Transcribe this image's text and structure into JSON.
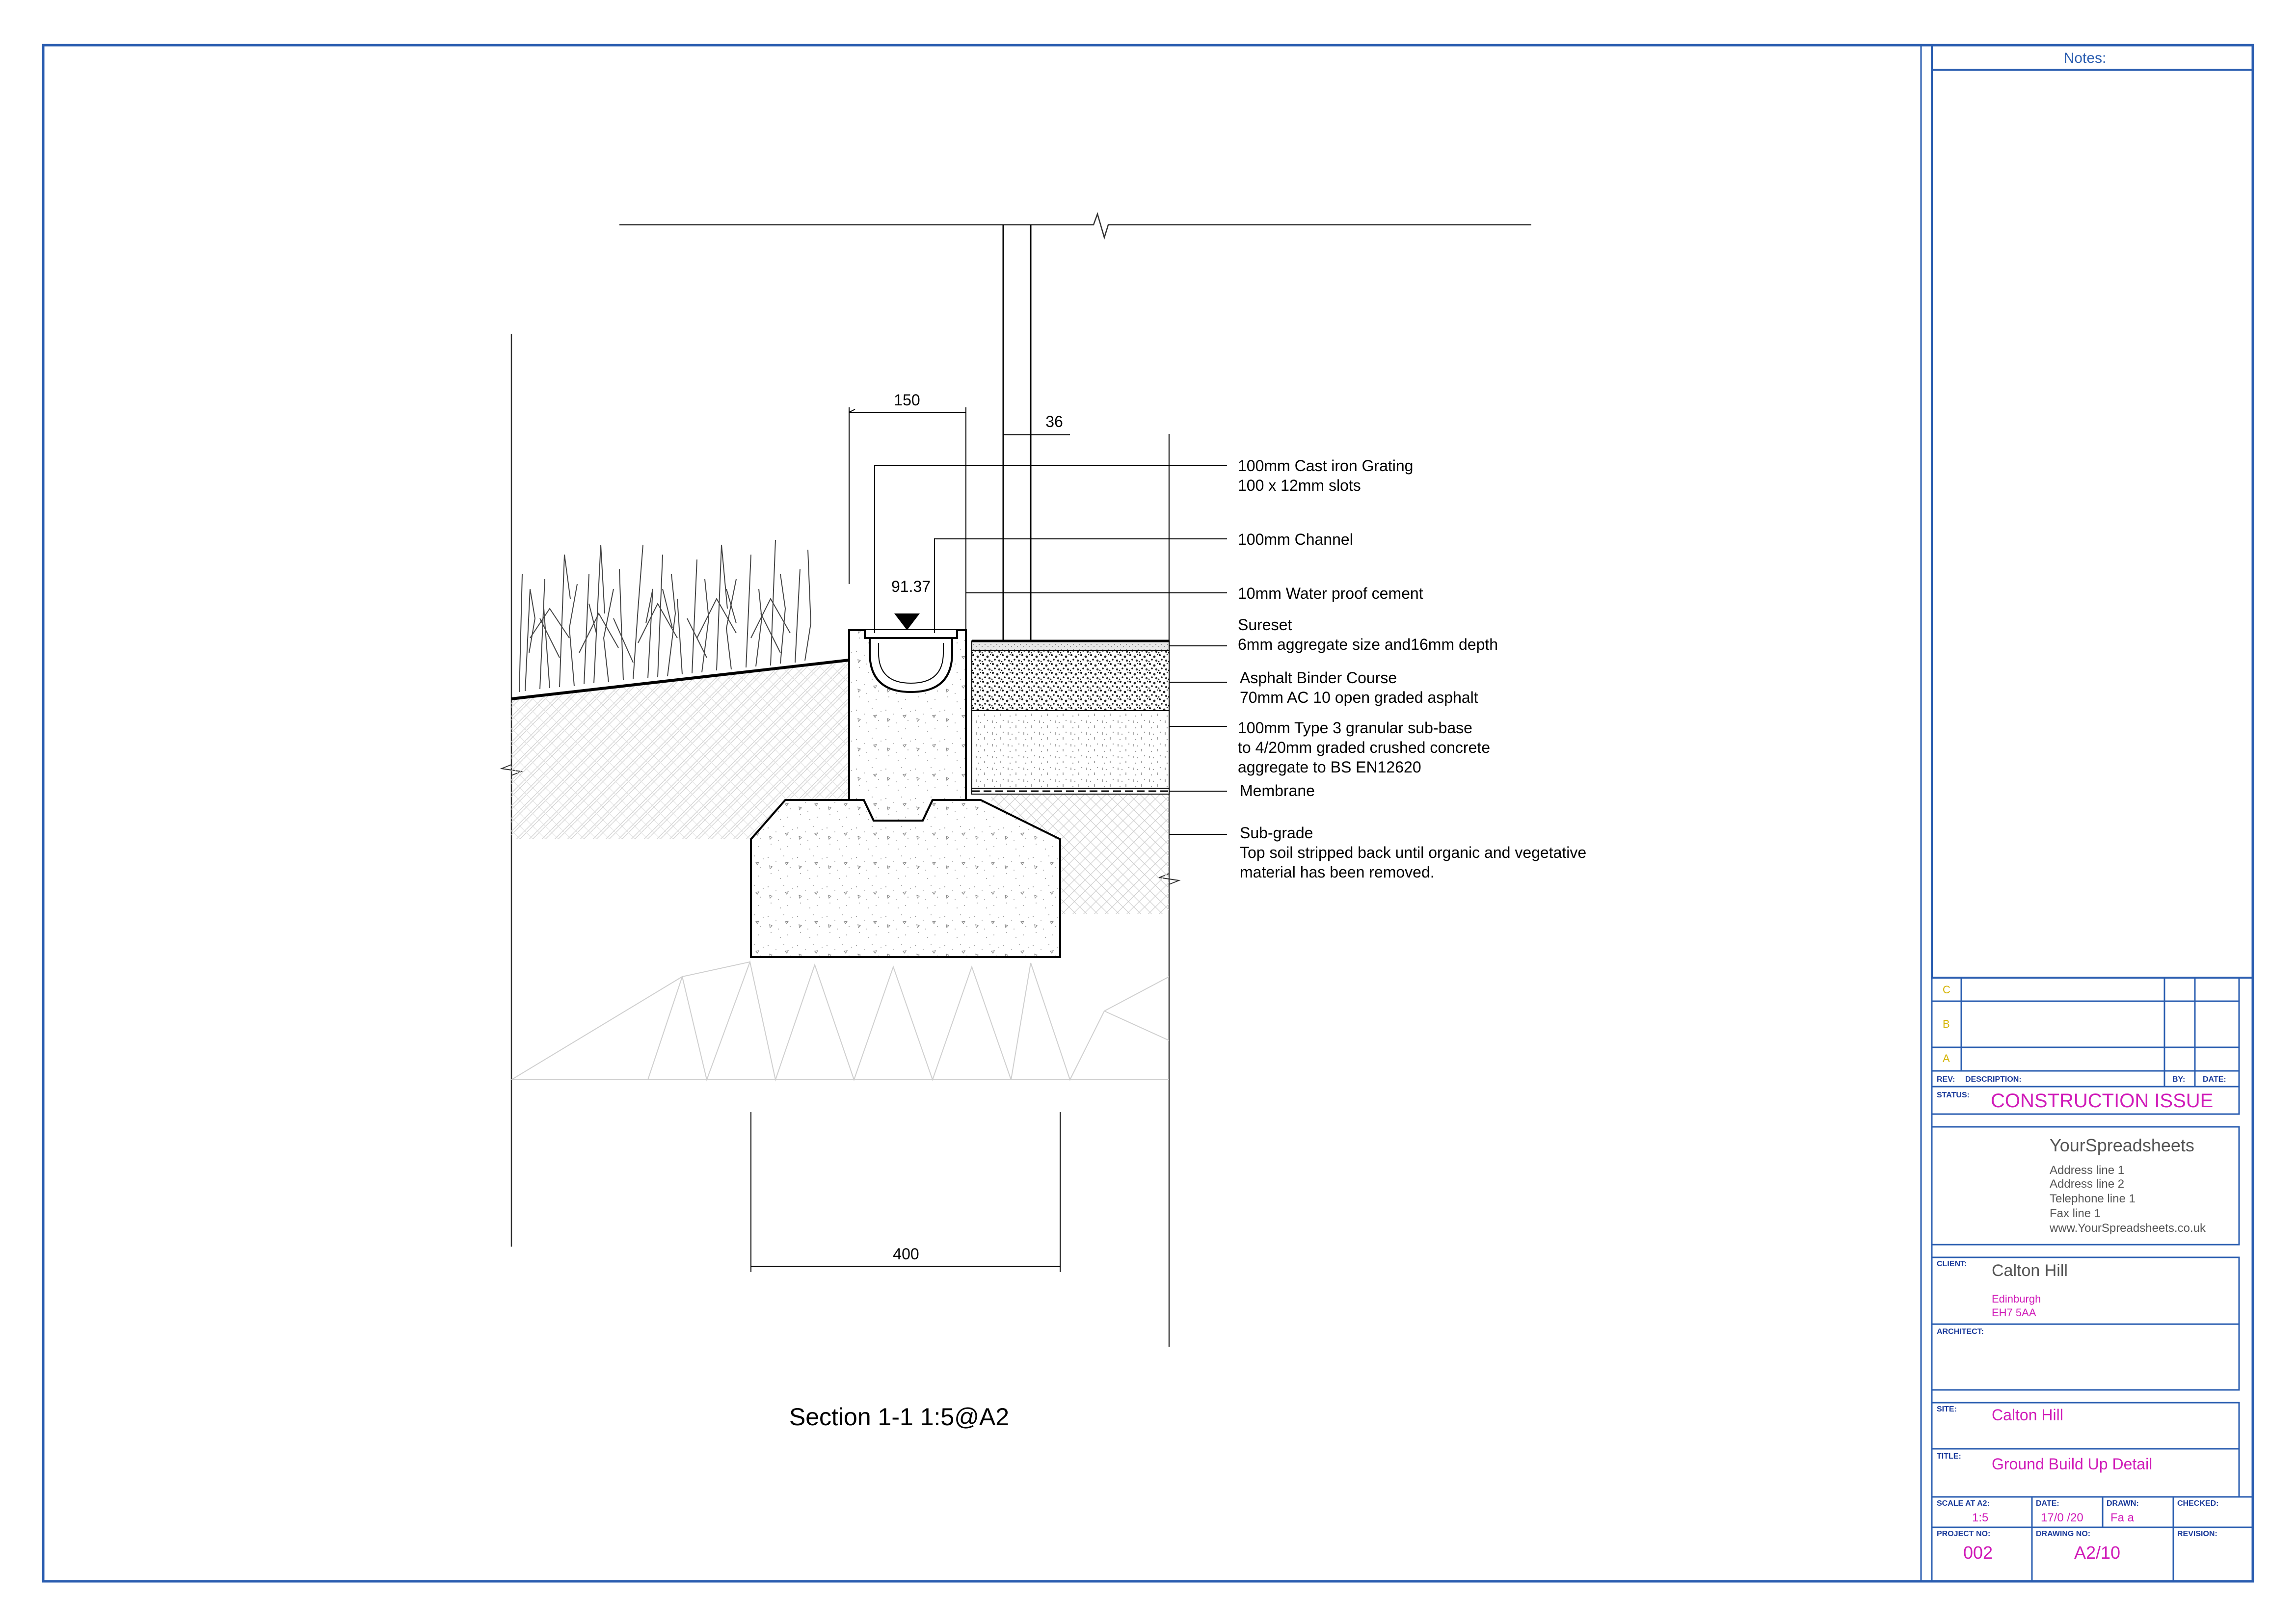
{
  "drawing": {
    "section_title": "Section 1-1 1:5@A2",
    "dimensions": {
      "dim_150": "150",
      "dim_36": "36",
      "dim_400": "400",
      "level": "91.37"
    },
    "annotations": {
      "grating_1": "100mm Cast iron Grating",
      "grating_2": "100 x 12mm slots",
      "channel": "100mm Channel",
      "cement": "10mm Water proof cement",
      "sureset_1": "Sureset",
      "sureset_2": "6mm aggregate size and16mm depth",
      "binder_1": "Asphalt Binder Course",
      "binder_2": "70mm  AC 10 open graded asphalt",
      "subbase_1": "100mm Type 3 granular sub-base",
      "subbase_2": "to 4/20mm graded crushed concrete",
      "subbase_3": "aggregate to BS EN12620",
      "membrane": "Membrane",
      "subgrade_1": "Sub-grade",
      "subgrade_2": "Top soil stripped back until organic and vegetative",
      "subgrade_3": "material has been removed."
    }
  },
  "title_block": {
    "notes_label": "Notes:",
    "revisions": {
      "rows": [
        "C",
        "B",
        "A"
      ],
      "rev_label": "REV:",
      "description_label": "DESCRIPTION:",
      "by_label": "BY:",
      "date_label": "DATE:"
    },
    "status_label": "STATUS:",
    "status_value": "CONSTRUCTION ISSUE",
    "company": {
      "name": "YourSpreadsheets",
      "address_1": "Address line 1",
      "address_2": "Address line 2",
      "telephone": "Telephone line 1",
      "fax": "Fax line 1",
      "website": "www.YourSpreadsheets.co.uk"
    },
    "client_label": "CLIENT:",
    "client_name": "Calton Hill",
    "client_city": "Edinburgh",
    "client_postcode": "EH7 5AA",
    "architect_label": "ARCHITECT:",
    "site_label": "SITE:",
    "site_value": "Calton Hill",
    "title_label": "TITLE:",
    "title_value": "Ground Build Up Detail",
    "scale_label": "SCALE AT A2:",
    "scale_value": "1:5",
    "date_label": "DATE:",
    "date_value": "17/0  /20",
    "drawn_label": "DRAWN:",
    "drawn_value": "Fa      a",
    "checked_label": "CHECKED:",
    "project_label": "PROJECT NO:",
    "project_value": "002",
    "drawing_no_label": "DRAWING NO:",
    "drawing_no_value": "A2/10",
    "revision_label": "REVISION:"
  },
  "colors": {
    "frame": "#2a5db0",
    "magenta": "#d01bb8",
    "label_blue": "#1a3a9a",
    "revision_yellow": "#d4b300"
  }
}
